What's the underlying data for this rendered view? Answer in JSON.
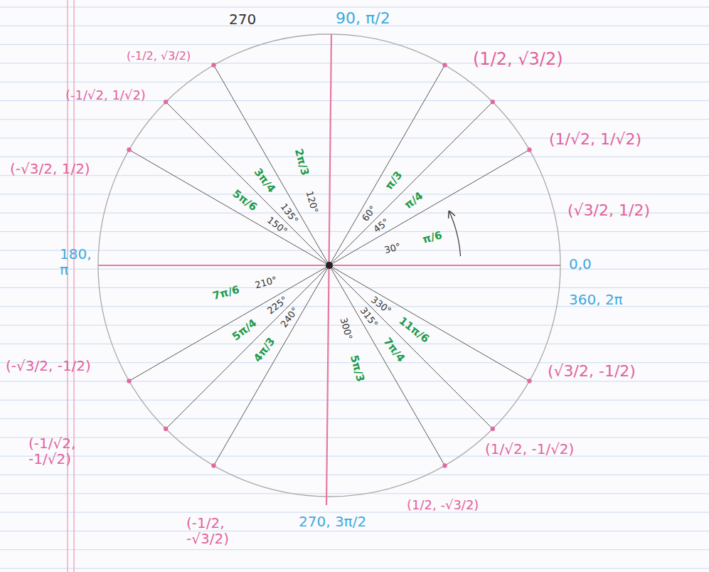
{
  "diagram": {
    "labels": [
      "270",
      "90, π/2",
      "(1/2, √3/2)",
      "(1/√2, 1/√2)",
      "(√3/2, 1/2)",
      "0,0",
      "360, 2π",
      "(√3/2, -1/2)",
      "(1/√2, -1/√2)",
      "(1/2, -√3/2)",
      "270, 3π/2",
      "(-1/2, -√3/2)",
      "(-1/√2, -1/√2)",
      "(-√3/2, -1/2)",
      "180, π",
      "(-√3/2, 1/2)",
      "(-1/√2, 1/√2)",
      "(-1/2, √3/2)",
      "π/3",
      "60°",
      "π/4",
      "45°",
      "π/6",
      "30°",
      "2π/3",
      "120°",
      "3π/4",
      "135°",
      "5π/6",
      "150°",
      "7π/6",
      "210°",
      "5π/4",
      "225°",
      "4π/3",
      "240°",
      "5π/3",
      "300°",
      "7π/4",
      "315°",
      "11π/6",
      "330°"
    ]
  }
}
